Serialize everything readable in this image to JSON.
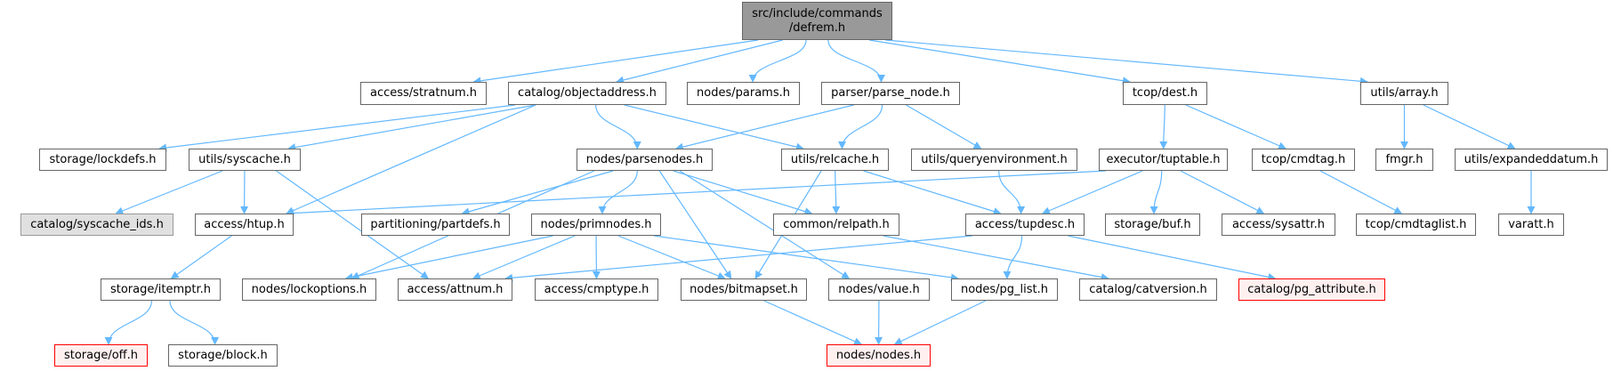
{
  "graph": {
    "type": "include-dependency-graph",
    "edge_color": "#63b8ff",
    "node_border_color": "#666666",
    "colors": {
      "root_fill": "#999999",
      "missing_fill": "#e0e0e0",
      "truncated_fill": "#fff0f0",
      "truncated_border": "#ff0000"
    },
    "nodes": [
      {
        "id": "root",
        "label": "src/include/commands\n/defrem.h",
        "style": "root"
      },
      {
        "id": "stratnum",
        "label": "access/stratnum.h",
        "style": "normal"
      },
      {
        "id": "objectaddress",
        "label": "catalog/objectaddress.h",
        "style": "normal"
      },
      {
        "id": "params",
        "label": "nodes/params.h",
        "style": "normal"
      },
      {
        "id": "parse_node",
        "label": "parser/parse_node.h",
        "style": "normal"
      },
      {
        "id": "dest",
        "label": "tcop/dest.h",
        "style": "normal"
      },
      {
        "id": "array",
        "label": "utils/array.h",
        "style": "normal"
      },
      {
        "id": "lockdefs",
        "label": "storage/lockdefs.h",
        "style": "normal"
      },
      {
        "id": "syscache",
        "label": "utils/syscache.h",
        "style": "normal"
      },
      {
        "id": "parsenodes",
        "label": "nodes/parsenodes.h",
        "style": "normal"
      },
      {
        "id": "relcache",
        "label": "utils/relcache.h",
        "style": "normal"
      },
      {
        "id": "queryenv",
        "label": "utils/queryenvironment.h",
        "style": "normal"
      },
      {
        "id": "tuptable",
        "label": "executor/tuptable.h",
        "style": "normal"
      },
      {
        "id": "cmdtag",
        "label": "tcop/cmdtag.h",
        "style": "normal"
      },
      {
        "id": "fmgr",
        "label": "fmgr.h",
        "style": "normal"
      },
      {
        "id": "expandeddatum",
        "label": "utils/expandeddatum.h",
        "style": "normal"
      },
      {
        "id": "syscache_ids",
        "label": "catalog/syscache_ids.h",
        "style": "gray"
      },
      {
        "id": "htup",
        "label": "access/htup.h",
        "style": "normal"
      },
      {
        "id": "partdefs",
        "label": "partitioning/partdefs.h",
        "style": "normal"
      },
      {
        "id": "primnodes",
        "label": "nodes/primnodes.h",
        "style": "normal"
      },
      {
        "id": "relpath",
        "label": "common/relpath.h",
        "style": "normal"
      },
      {
        "id": "tupdesc",
        "label": "access/tupdesc.h",
        "style": "normal"
      },
      {
        "id": "buf",
        "label": "storage/buf.h",
        "style": "normal"
      },
      {
        "id": "sysattr",
        "label": "access/sysattr.h",
        "style": "normal"
      },
      {
        "id": "cmdtaglist",
        "label": "tcop/cmdtaglist.h",
        "style": "normal"
      },
      {
        "id": "varatt",
        "label": "varatt.h",
        "style": "normal"
      },
      {
        "id": "itemptr",
        "label": "storage/itemptr.h",
        "style": "normal"
      },
      {
        "id": "lockoptions",
        "label": "nodes/lockoptions.h",
        "style": "normal"
      },
      {
        "id": "attnum",
        "label": "access/attnum.h",
        "style": "normal"
      },
      {
        "id": "cmptype",
        "label": "access/cmptype.h",
        "style": "normal"
      },
      {
        "id": "bitmapset",
        "label": "nodes/bitmapset.h",
        "style": "normal"
      },
      {
        "id": "value",
        "label": "nodes/value.h",
        "style": "normal"
      },
      {
        "id": "pg_list",
        "label": "nodes/pg_list.h",
        "style": "normal"
      },
      {
        "id": "catversion",
        "label": "catalog/catversion.h",
        "style": "normal"
      },
      {
        "id": "pg_attribute",
        "label": "catalog/pg_attribute.h",
        "style": "red"
      },
      {
        "id": "off",
        "label": "storage/off.h",
        "style": "red"
      },
      {
        "id": "block",
        "label": "storage/block.h",
        "style": "normal"
      },
      {
        "id": "nodes",
        "label": "nodes/nodes.h",
        "style": "red"
      }
    ],
    "edges": [
      [
        "root",
        "stratnum"
      ],
      [
        "root",
        "objectaddress"
      ],
      [
        "root",
        "params"
      ],
      [
        "root",
        "parse_node"
      ],
      [
        "root",
        "dest"
      ],
      [
        "root",
        "array"
      ],
      [
        "objectaddress",
        "lockdefs"
      ],
      [
        "objectaddress",
        "syscache"
      ],
      [
        "objectaddress",
        "htup"
      ],
      [
        "objectaddress",
        "parsenodes"
      ],
      [
        "objectaddress",
        "relcache"
      ],
      [
        "parse_node",
        "parsenodes"
      ],
      [
        "parse_node",
        "relcache"
      ],
      [
        "parse_node",
        "queryenv"
      ],
      [
        "dest",
        "tuptable"
      ],
      [
        "dest",
        "cmdtag"
      ],
      [
        "array",
        "fmgr"
      ],
      [
        "array",
        "expandeddatum"
      ],
      [
        "syscache",
        "syscache_ids"
      ],
      [
        "syscache",
        "htup"
      ],
      [
        "syscache",
        "attnum"
      ],
      [
        "parsenodes",
        "lockoptions"
      ],
      [
        "parsenodes",
        "partdefs"
      ],
      [
        "parsenodes",
        "primnodes"
      ],
      [
        "parsenodes",
        "bitmapset"
      ],
      [
        "parsenodes",
        "value"
      ],
      [
        "parsenodes",
        "relpath"
      ],
      [
        "relcache",
        "relpath"
      ],
      [
        "relcache",
        "tupdesc"
      ],
      [
        "relcache",
        "bitmapset"
      ],
      [
        "queryenv",
        "tupdesc"
      ],
      [
        "tuptable",
        "htup"
      ],
      [
        "tuptable",
        "tupdesc"
      ],
      [
        "tuptable",
        "buf"
      ],
      [
        "tuptable",
        "sysattr"
      ],
      [
        "cmdtag",
        "cmdtaglist"
      ],
      [
        "expandeddatum",
        "varatt"
      ],
      [
        "htup",
        "itemptr"
      ],
      [
        "primnodes",
        "lockoptions"
      ],
      [
        "primnodes",
        "attnum"
      ],
      [
        "primnodes",
        "cmptype"
      ],
      [
        "primnodes",
        "bitmapset"
      ],
      [
        "primnodes",
        "pg_list"
      ],
      [
        "relpath",
        "catversion"
      ],
      [
        "tupdesc",
        "attnum"
      ],
      [
        "tupdesc",
        "pg_list"
      ],
      [
        "tupdesc",
        "pg_attribute"
      ],
      [
        "itemptr",
        "off"
      ],
      [
        "itemptr",
        "block"
      ],
      [
        "bitmapset",
        "nodes"
      ],
      [
        "value",
        "nodes"
      ],
      [
        "pg_list",
        "nodes"
      ]
    ]
  }
}
